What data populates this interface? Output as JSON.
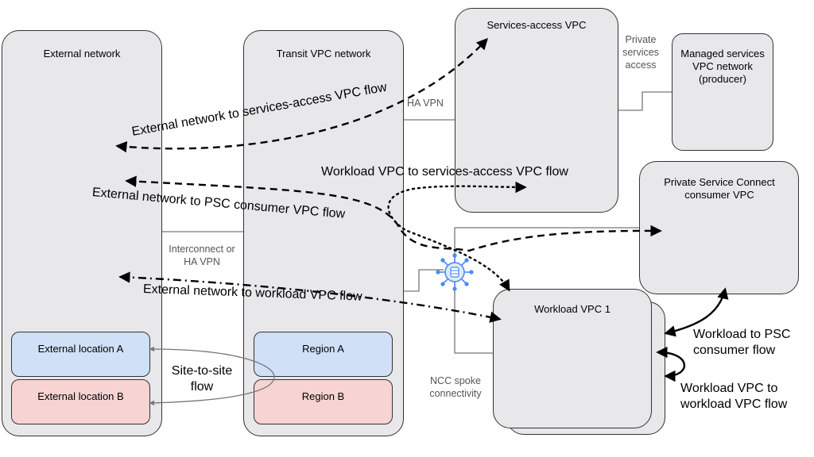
{
  "boxes": {
    "external_network": "External network",
    "transit_vpc": "Transit VPC network",
    "services_access_vpc": "Services-access VPC",
    "managed_services": "Managed services VPC network (producer)",
    "psc_consumer_vpc": "Private Service Connect consumer VPC",
    "workload_vpc": "Workload VPC 1",
    "external_location_a": "External location A",
    "external_location_b": "External location B",
    "region_a": "Region A",
    "region_b": "Region B"
  },
  "links": {
    "ha_vpn": "HA VPN",
    "private_services_access": "Private services access",
    "interconnect": "Interconnect or HA VPN",
    "ncc_spoke": "NCC spoke connectivity"
  },
  "flows": {
    "ext_to_services": "External network to services-access VPC flow",
    "workload_to_services": "Workload VPC to services-access VPC flow",
    "ext_to_psc": "External network to PSC consumer VPC flow",
    "ext_to_workload": "External network to workload VPC flow",
    "site_to_site": "Site-to-site flow",
    "workload_to_psc": "Workload to PSC consumer flow",
    "workload_to_workload": "Workload VPC to workload VPC flow"
  },
  "icons": {
    "ncc_hub": "ncc-hub-icon"
  },
  "colors": {
    "box_fill": "#e8e8ea",
    "blue_fill": "#cfe0f7",
    "pink_fill": "#f7d3d3",
    "hub_blue": "#4a8af4"
  }
}
